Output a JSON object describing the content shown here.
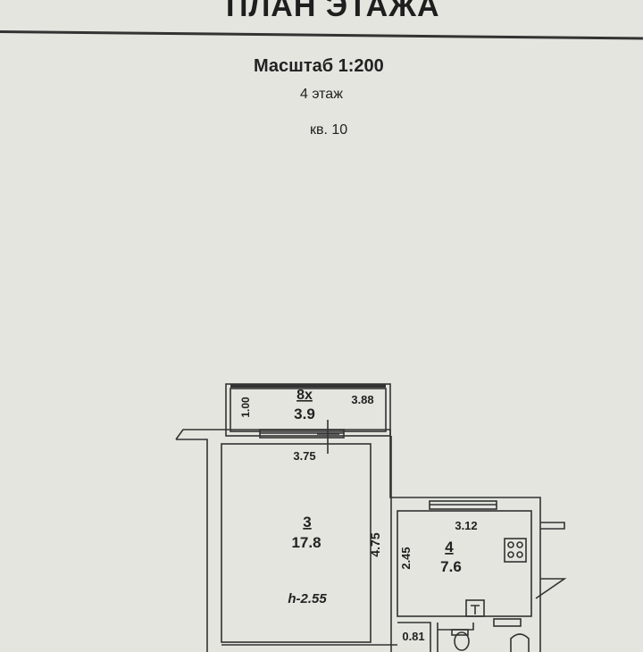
{
  "header": {
    "title": "ПЛАН ЭТАЖА",
    "scale": "Масштаб 1:200",
    "floor": "4  этаж",
    "apartment": "кв. 10"
  },
  "plan": {
    "balcony": {
      "number": "8х",
      "area": "3.9",
      "length": "3.88",
      "width": "1.00"
    },
    "room": {
      "number": "3",
      "area": "17.8",
      "width": "3.75",
      "length": "4.75",
      "height": "h-2.55"
    },
    "kitchen": {
      "number": "4",
      "area": "7.6",
      "width": "3.12",
      "length": "2.45"
    },
    "corridor": {
      "width": "0.81"
    }
  }
}
